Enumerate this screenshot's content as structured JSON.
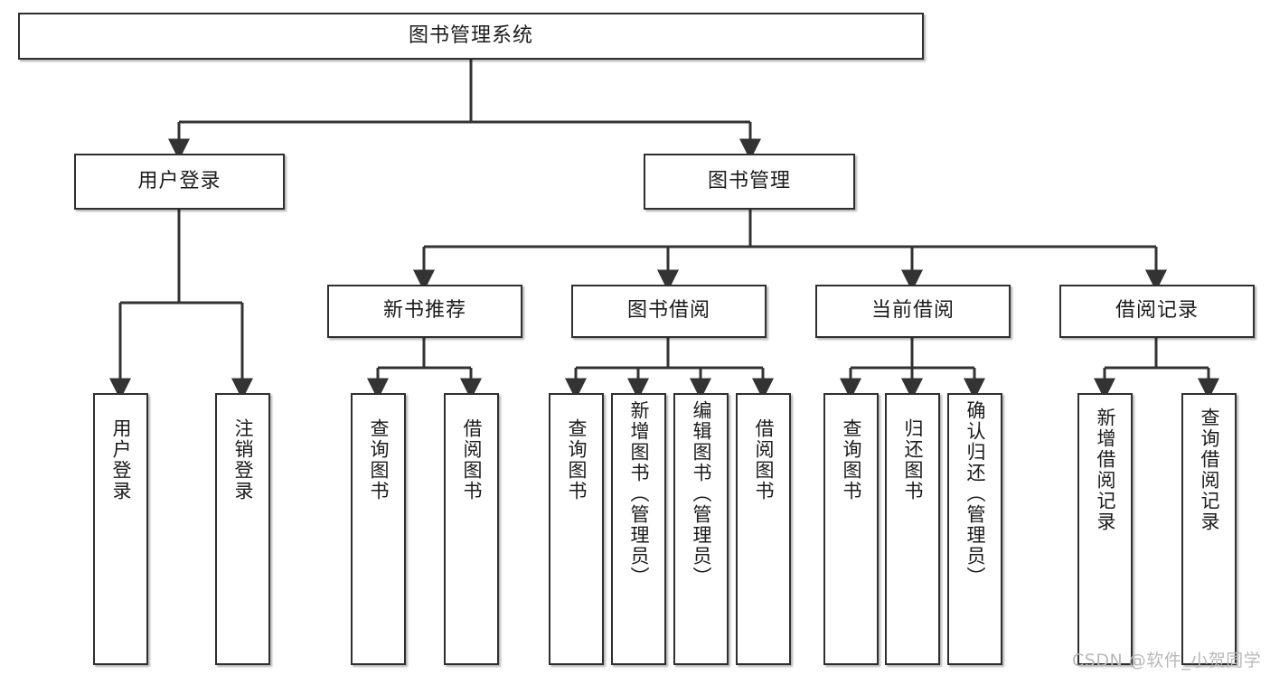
{
  "diagram": {
    "type": "tree-hierarchy",
    "title": "图书管理系统",
    "orientation": "top-down",
    "colors": {
      "box_border": "#2f2f2f",
      "box_fill": "#ffffff",
      "edge": "#333333",
      "text": "#1b1b1b",
      "watermark": "#b9b9b9"
    },
    "root": {
      "label": "图书管理系统"
    },
    "level2": [
      {
        "label": "用户登录"
      },
      {
        "label": "图书管理"
      }
    ],
    "level3": [
      {
        "label": "新书推荐"
      },
      {
        "label": "图书借阅"
      },
      {
        "label": "当前借阅"
      },
      {
        "label": "借阅记录"
      }
    ],
    "leaves": {
      "user_login": [
        {
          "label": "用户登录"
        },
        {
          "label": "注销登录"
        }
      ],
      "new_book_recommend": [
        {
          "label": "查询图书"
        },
        {
          "label": "借阅图书"
        }
      ],
      "book_borrow": [
        {
          "label": "查询图书"
        },
        {
          "label": "新增图书（管理员）"
        },
        {
          "label": "编辑图书（管理员）"
        },
        {
          "label": "借阅图书"
        }
      ],
      "current_borrow": [
        {
          "label": "查询图书"
        },
        {
          "label": "归还图书"
        },
        {
          "label": "确认归还（管理员）"
        }
      ],
      "borrow_record": [
        {
          "label": "新增借阅记录"
        },
        {
          "label": "查询借阅记录"
        }
      ]
    },
    "watermark": "CSDN @软件_小贺同学"
  }
}
